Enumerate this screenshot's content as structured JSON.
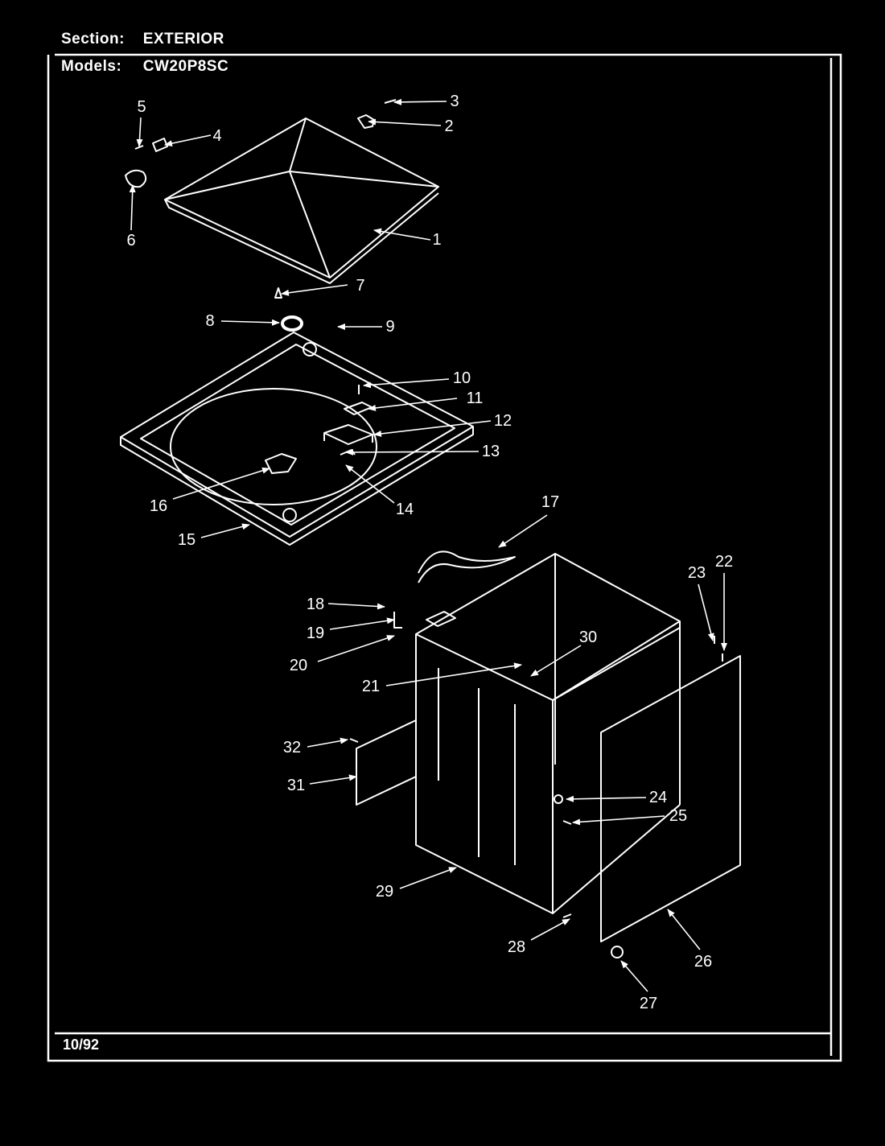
{
  "header": {
    "section_label": "Section:",
    "section_value": "EXTERIOR",
    "models_label": "Models:",
    "models_value": "CW20P8SC"
  },
  "footer": {
    "date": "10/92"
  },
  "callouts": [
    "1",
    "2",
    "3",
    "4",
    "5",
    "6",
    "7",
    "8",
    "9",
    "10",
    "11",
    "12",
    "13",
    "14",
    "15",
    "16",
    "17",
    "18",
    "19",
    "20",
    "21",
    "22",
    "23",
    "24",
    "25",
    "26",
    "27",
    "28",
    "29",
    "30",
    "31",
    "32"
  ],
  "colors": {
    "background": "#000000",
    "line": "#ffffff"
  }
}
